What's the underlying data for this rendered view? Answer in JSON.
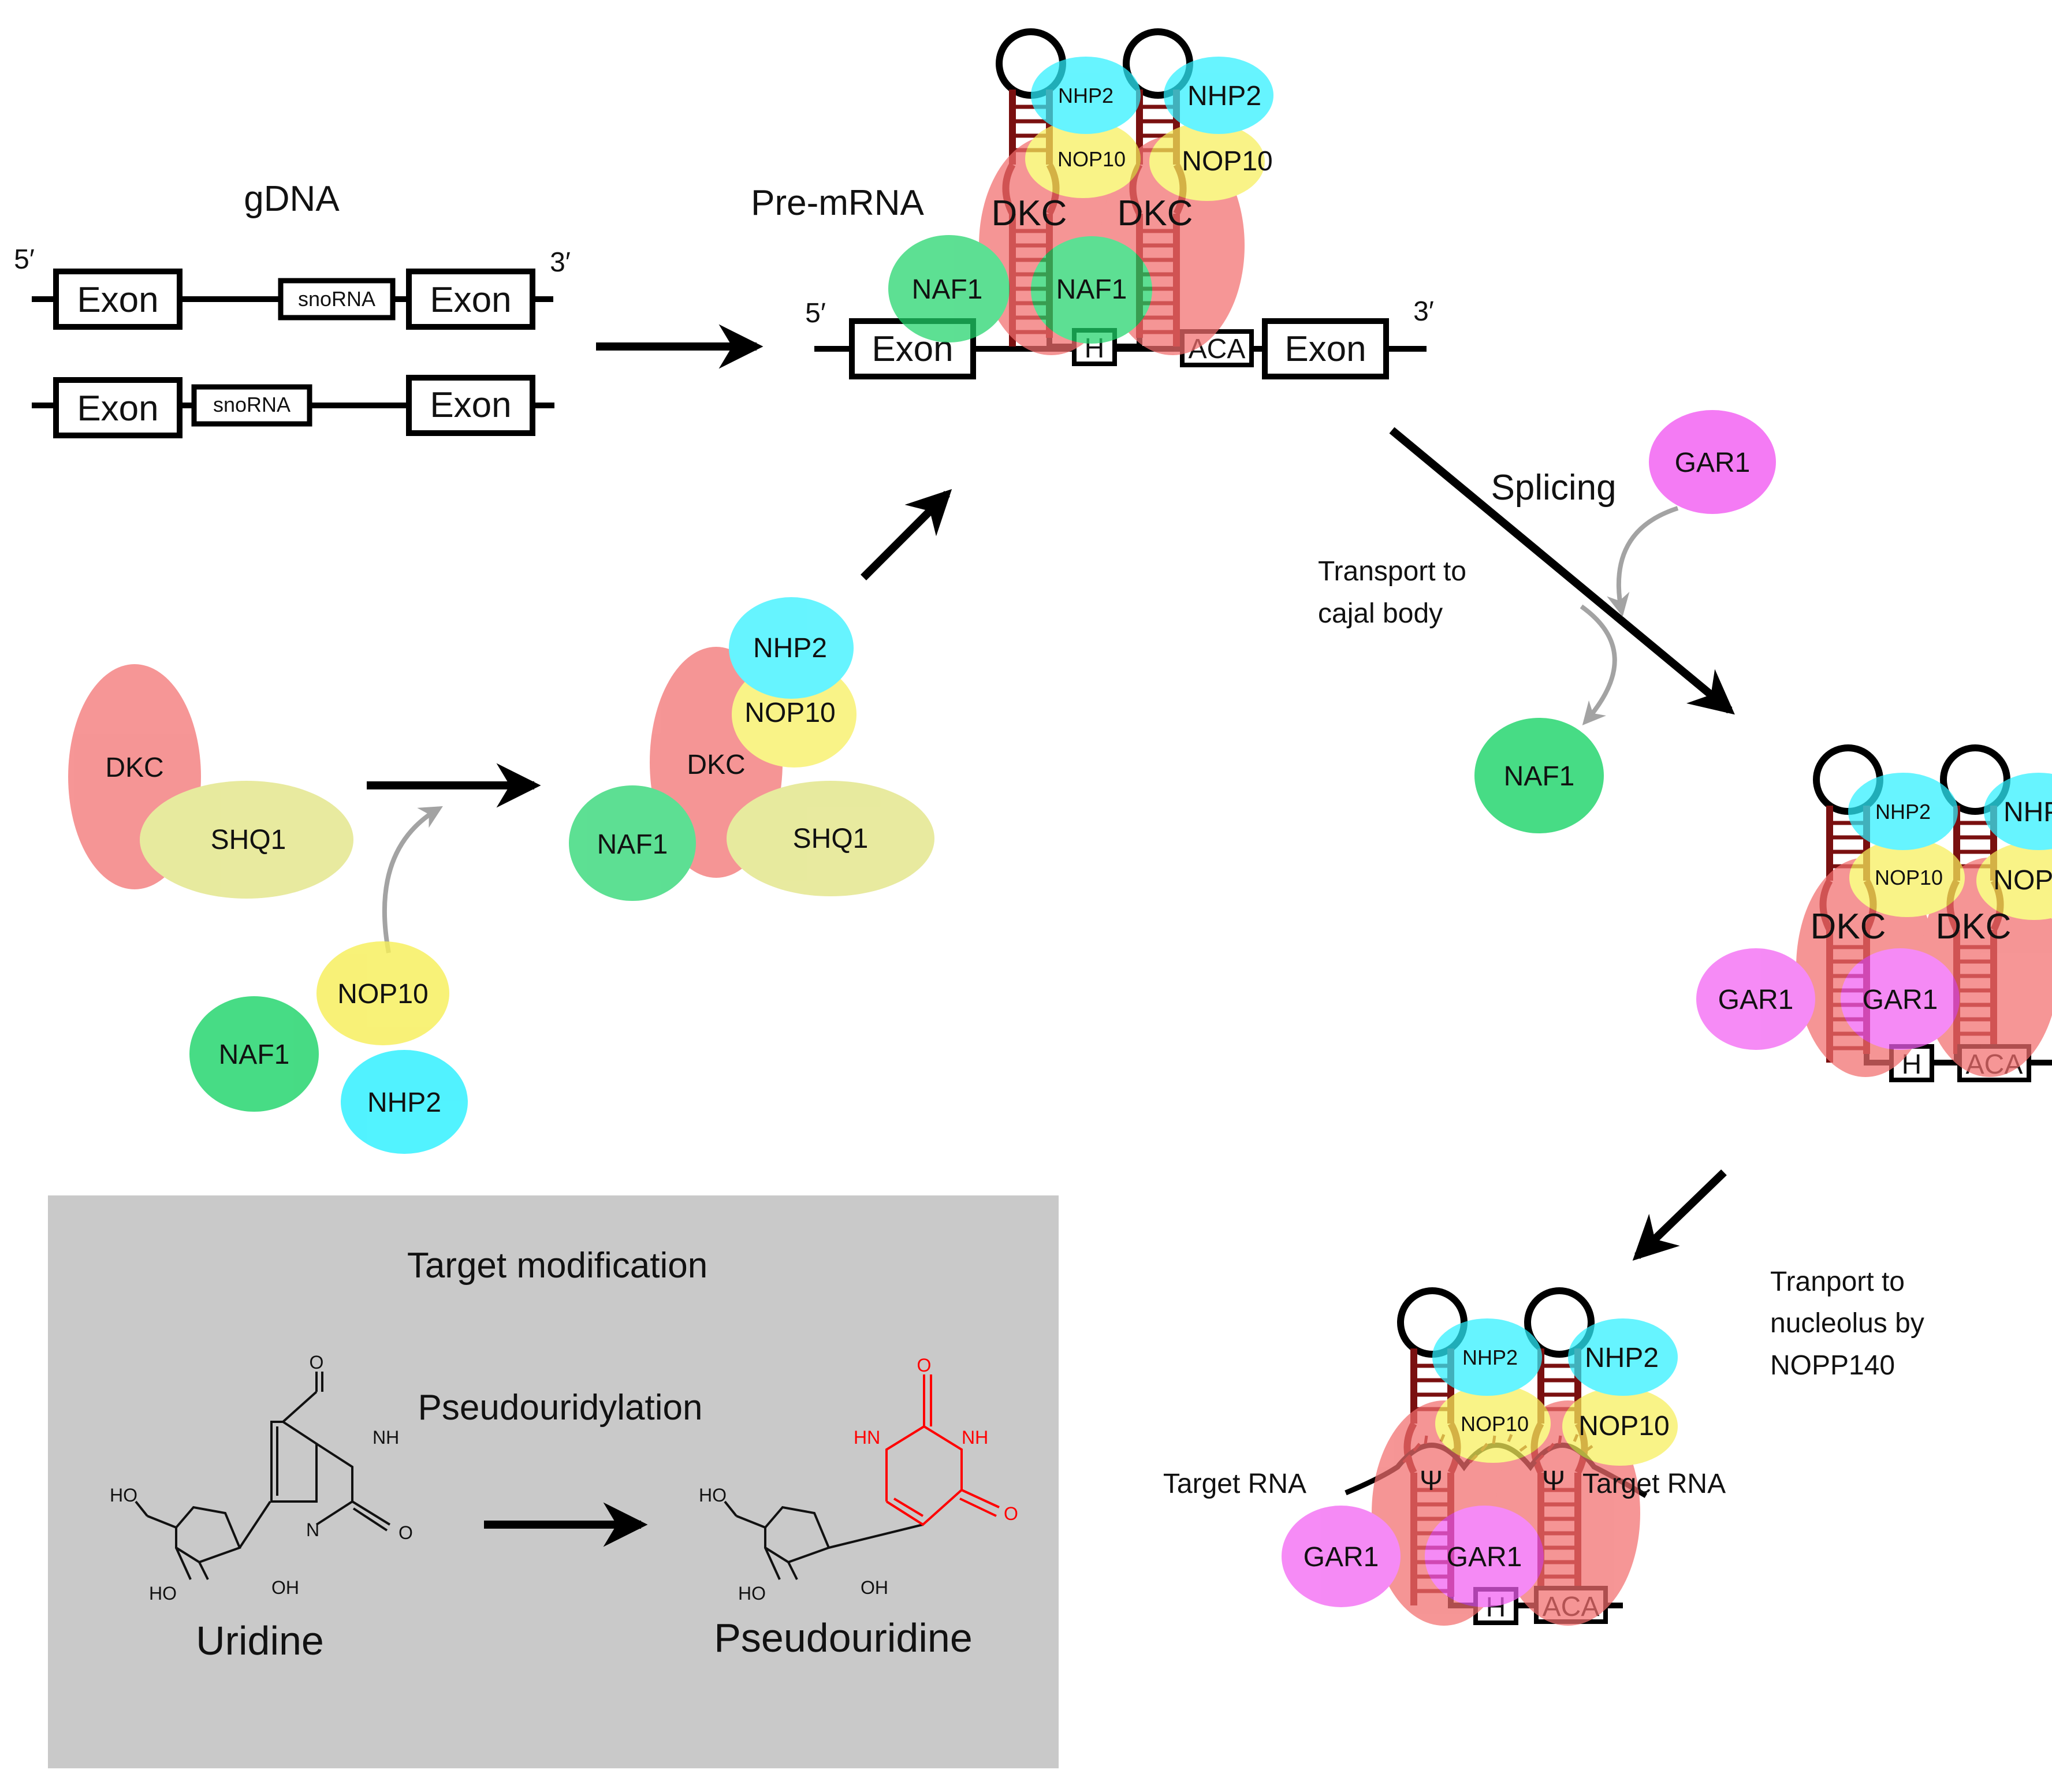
{
  "gdna": {
    "title": "gDNA",
    "five_prime": "5′",
    "three_prime": "3′",
    "exon": "Exon",
    "snorna": "snoRNA"
  },
  "premrna": {
    "title": "Pre-mRNA",
    "five_prime": "5′",
    "three_prime": "3′",
    "exon": "Exon",
    "h_box": "H",
    "aca_box": "ACA"
  },
  "proteins": {
    "dkc": "DKC",
    "shq1": "SHQ1",
    "naf1": "NAF1",
    "nop10": "NOP10",
    "nhp2": "NHP2",
    "gar1": "GAR1"
  },
  "steps": {
    "splicing": "Splicing",
    "transport_cajal_1": "Transport to",
    "transport_cajal_2": "cajal body",
    "transport_nucleolus_1": "Tranport to",
    "transport_nucleolus_2": "nucleolus by",
    "transport_nucleolus_3": "NOPP140",
    "target_rna": "Target RNA",
    "psi": "Ψ"
  },
  "box": {
    "title": "Target modification",
    "reaction": "Pseudouridylation",
    "uridine": "Uridine",
    "pseudouridine": "Pseudouridine",
    "o": "O",
    "nh": "NH",
    "hn": "HN",
    "n": "N",
    "ho": "HO",
    "oh": "OH"
  },
  "colors": {
    "dkc": "#f26d6d",
    "shq1": "#dfe27a",
    "naf1": "#1fd46a",
    "nop10": "#f7ef5a",
    "nhp2": "#2cf0ff",
    "gar1": "#f25ef2",
    "stem": "#7a1010",
    "box_bg": "#c9c9c9",
    "gray_arrow": "#a3a3a3",
    "red_chem": "#ff0000"
  }
}
